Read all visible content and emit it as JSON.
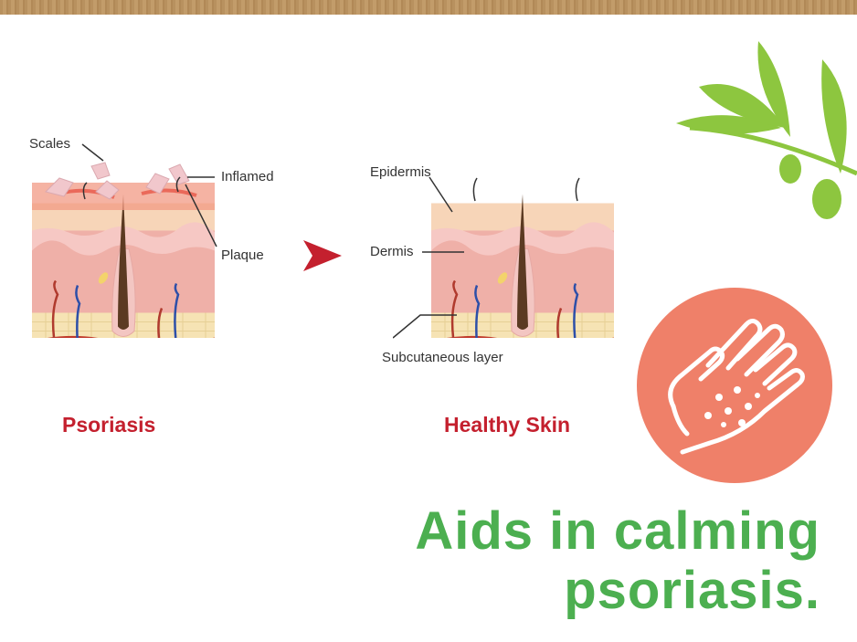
{
  "psoriasis_diagram": {
    "labels": {
      "scales": "Scales",
      "inflamed": "Inflamed",
      "plaque": "Plaque"
    },
    "caption": "Psoriasis"
  },
  "healthy_diagram": {
    "labels": {
      "epidermis": "Epidermis",
      "dermis": "Dermis",
      "subcutaneous": "Subcutaneous layer"
    },
    "caption": "Healthy Skin"
  },
  "headline": {
    "line1": "Aids in calming",
    "line2": "psoriasis."
  },
  "colors": {
    "caption_red": "#c4202e",
    "headline_green": "#4caf50",
    "circle": "#ef8069",
    "leaf": "#8dc63f",
    "band": "#bb9461"
  },
  "icons": [
    "hand-icon",
    "olive-branch-icon",
    "arrow-right-icon"
  ]
}
